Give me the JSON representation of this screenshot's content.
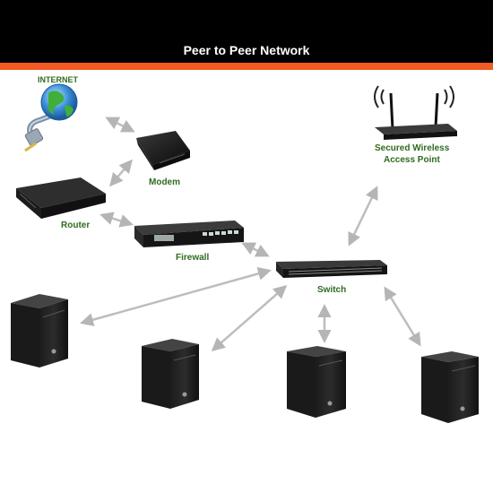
{
  "header": {
    "title": "Peer to Peer Network",
    "accent_color": "#f15a22",
    "title_color": "#ffffff"
  },
  "diagram": {
    "nodes": [
      {
        "id": "internet",
        "label": "INTERNET",
        "icon": "globe-with-cable-icon"
      },
      {
        "id": "modem",
        "label": "Modem",
        "icon": "modem-icon"
      },
      {
        "id": "router",
        "label": "Router",
        "icon": "router-icon"
      },
      {
        "id": "firewall",
        "label": "Firewall",
        "icon": "firewall-appliance-icon"
      },
      {
        "id": "switch",
        "label": "Switch",
        "icon": "network-switch-icon"
      },
      {
        "id": "access_point",
        "label_line1": "Secured Wireless",
        "label_line2": "Access Point",
        "icon": "wireless-access-point-icon"
      },
      {
        "id": "pc1",
        "label": "",
        "icon": "desktop-tower-icon"
      },
      {
        "id": "pc2",
        "label": "",
        "icon": "desktop-tower-icon"
      },
      {
        "id": "pc3",
        "label": "",
        "icon": "desktop-tower-icon"
      },
      {
        "id": "pc4",
        "label": "",
        "icon": "desktop-tower-icon"
      }
    ],
    "links": [
      {
        "from": "internet",
        "to": "modem",
        "style": "double-arrow"
      },
      {
        "from": "modem",
        "to": "router",
        "style": "double-arrow"
      },
      {
        "from": "router",
        "to": "firewall",
        "style": "double-arrow"
      },
      {
        "from": "firewall",
        "to": "switch",
        "style": "double-arrow"
      },
      {
        "from": "switch",
        "to": "access_point",
        "style": "double-arrow"
      },
      {
        "from": "switch",
        "to": "pc1",
        "style": "double-arrow"
      },
      {
        "from": "switch",
        "to": "pc2",
        "style": "double-arrow"
      },
      {
        "from": "switch",
        "to": "pc3",
        "style": "double-arrow"
      },
      {
        "from": "switch",
        "to": "pc4",
        "style": "double-arrow"
      }
    ],
    "label_color": "#2e6b1e",
    "arrow_color": "#bdbdbd"
  }
}
